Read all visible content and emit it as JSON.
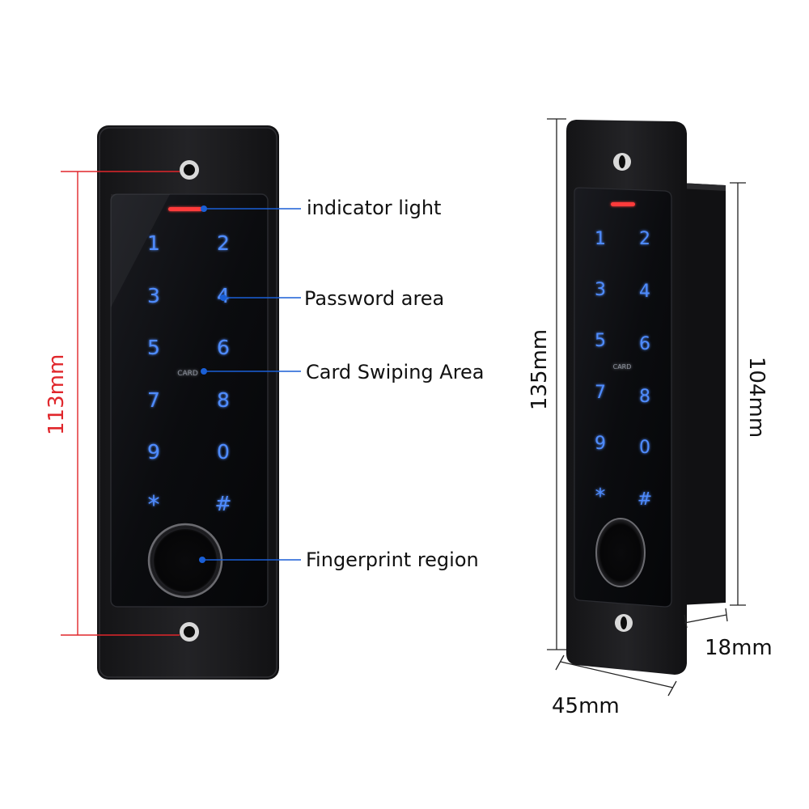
{
  "callouts": {
    "indicator": "indicator light",
    "password": "Password area",
    "card": "Card Swiping Area",
    "fingerprint": "Fingerprint region"
  },
  "dimensions": {
    "front_height": "113mm",
    "side_height": "135mm",
    "body_height": "104mm",
    "depth": "18mm",
    "width": "45mm"
  },
  "keypad": {
    "front_keys": [
      "1",
      "2",
      "3",
      "4",
      "5",
      "6",
      "7",
      "8",
      "9",
      "0",
      "*",
      "#"
    ],
    "side_keys": [
      "1",
      "2",
      "3",
      "4",
      "5",
      "6",
      "7",
      "8",
      "9",
      "0",
      "*",
      "#"
    ],
    "card_label": "CARD"
  },
  "colors": {
    "device_body": "#1b1b1d",
    "panel": "#0d0e11",
    "key_glow": "#4f8cff",
    "indicator": "#ff3b3b",
    "callout_line": "#1a5fd6",
    "dimension_red": "#e0262b"
  }
}
